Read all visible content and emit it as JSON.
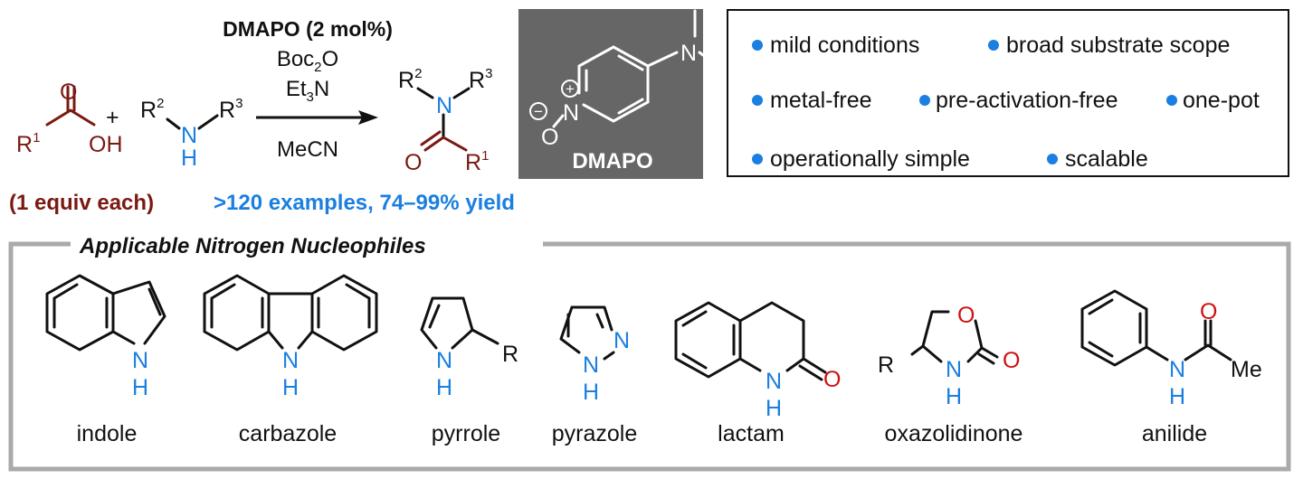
{
  "reaction": {
    "catalyst": "DMAPO (2 mol%)",
    "reagent1": {
      "a": "Boc",
      "sub": "2",
      "b": "O"
    },
    "reagent2": {
      "a": "Et",
      "sub": "3",
      "b": "N"
    },
    "solvent": "MeCN",
    "plus": "+",
    "acid": {
      "O": "O",
      "R": "R",
      "Rsup": "1",
      "OH": "OH"
    },
    "amine": {
      "R2": "R",
      "R2sup": "2",
      "N": "N",
      "H": "H",
      "R3": "R",
      "R3sup": "3"
    },
    "product": {
      "R2": "R",
      "R2sup": "2",
      "R3": "R",
      "R3sup": "3",
      "N": "N",
      "O": "O",
      "R1": "R",
      "R1sup": "1"
    },
    "equiv_note": "(1 equiv each)",
    "scope_note": ">120 examples, 74–99% yield"
  },
  "dmapo": {
    "name": "DMAPO",
    "N_ring": "N",
    "O": "O",
    "N_amine": "N",
    "plus": "+",
    "minus": "−"
  },
  "features": [
    "mild conditions",
    "broad substrate scope",
    "metal-free",
    "pre-activation-free",
    "one-pot",
    "operationally simple",
    "scalable"
  ],
  "nucleophiles": {
    "title": "Applicable Nitrogen Nucleophiles",
    "items": [
      {
        "name": "indole",
        "N": "N",
        "H": "H"
      },
      {
        "name": "carbazole",
        "N": "N",
        "H": "H"
      },
      {
        "name": "pyrrole",
        "N": "N",
        "H": "H",
        "R": "R"
      },
      {
        "name": "pyrazole",
        "N": "N",
        "H": "H",
        "N2": "N"
      },
      {
        "name": "lactam",
        "N": "N",
        "H": "H",
        "O": "O"
      },
      {
        "name": "oxazolidinone",
        "N": "N",
        "H": "H",
        "O1": "O",
        "O2": "O",
        "R": "R"
      },
      {
        "name": "anilide",
        "N": "N",
        "H": "H",
        "O": "O",
        "Me": "Me"
      }
    ]
  },
  "colors": {
    "acid": "#7a1a12",
    "amine": "#1a7fe0",
    "oxygen": "#d01010",
    "dmapo_bg": "#666666",
    "frame": "#aaaaaa"
  }
}
